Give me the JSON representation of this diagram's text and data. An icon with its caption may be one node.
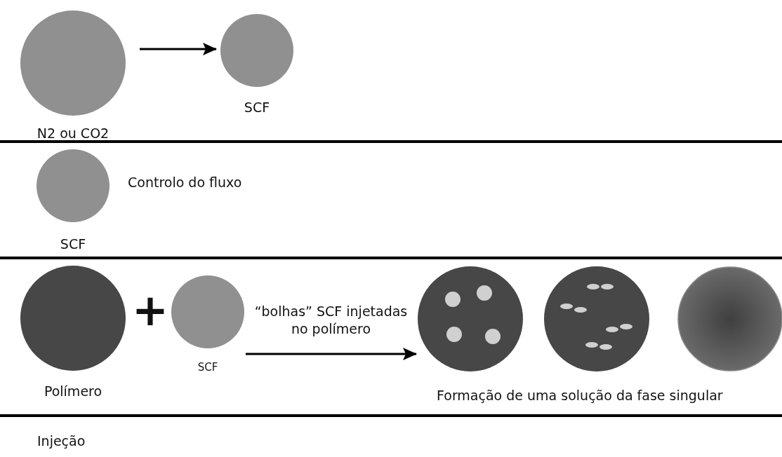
{
  "diagram": {
    "nodes": [
      {
        "text": [
          "N2 ou CO2"
        ]
      },
      {
        "text": [
          "SCF"
        ]
      },
      {
        "text": [
          "SCF"
        ],
        "beside": [
          "Controlo do fluxo"
        ]
      },
      {
        "text": [
          "Polímero"
        ]
      },
      {
        "text": [
          "SCF"
        ]
      },
      {
        "text": [],
        "shape": "circle"
      },
      {
        "text": [],
        "shape": "circle"
      },
      {
        "text": [],
        "shape": "circle"
      }
    ],
    "edges": [
      {
        "from": 0,
        "to": 1,
        "arrow": "to"
      },
      {
        "from": 4,
        "to": 5,
        "arrow": "to",
        "label": "“bolhas” SCF injetadas no polímero"
      }
    ],
    "labels": [
      "+",
      "Formação de uma solução da fase singular",
      "Injeção"
    ]
  }
}
